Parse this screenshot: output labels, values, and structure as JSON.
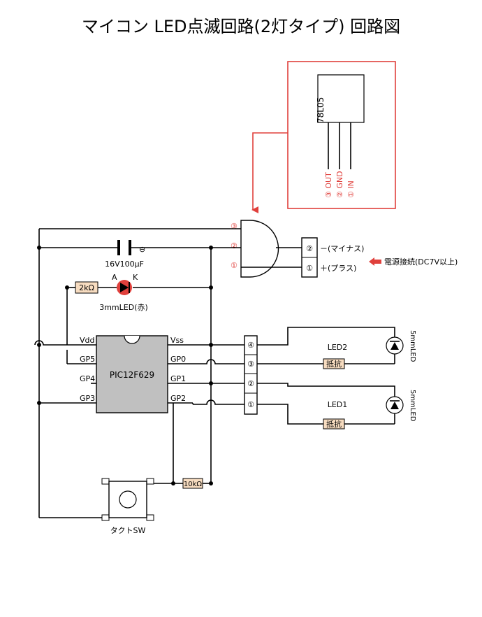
{
  "title": "マイコン LED点滅回路(2灯タイプ) 回路図",
  "regulator": {
    "part": "78L05",
    "pins": [
      "③ OUT",
      "② GND",
      "① IN"
    ],
    "pin_markers": [
      "③",
      "②",
      "①"
    ]
  },
  "capacitor": {
    "label": "16V100μF",
    "polarity": "⊖"
  },
  "indicator_led": {
    "label": "3mmLED(赤)",
    "anode": "A",
    "cathode": "K",
    "color": "#e0403c"
  },
  "resistor_2k": "2kΩ",
  "resistor_10k": "10kΩ",
  "pic": {
    "name": "PIC12F629",
    "left_pins": [
      "Vdd",
      "GP5",
      "GP4",
      "GP3"
    ],
    "right_pins": [
      "Vss",
      "GP0",
      "GP1",
      "GP2"
    ],
    "fill": "#c0c0c0"
  },
  "power_terminal": {
    "numbers": [
      "②",
      "①"
    ],
    "labels": [
      "－(マイナス)",
      "＋(プラス)"
    ]
  },
  "power_note": "電源接続(DC7V以上)",
  "connector": {
    "numbers": [
      "④",
      "③",
      "②",
      "①"
    ]
  },
  "leds": [
    {
      "name": "LED2",
      "part": "5mmLED",
      "resistor": "抵抗"
    },
    {
      "name": "LED1",
      "part": "5mmLED",
      "resistor": "抵抗"
    }
  ],
  "switch_label": "タクトSW",
  "colors": {
    "accent": "#e0403c",
    "resistor_fill": "#f7dcc0"
  }
}
